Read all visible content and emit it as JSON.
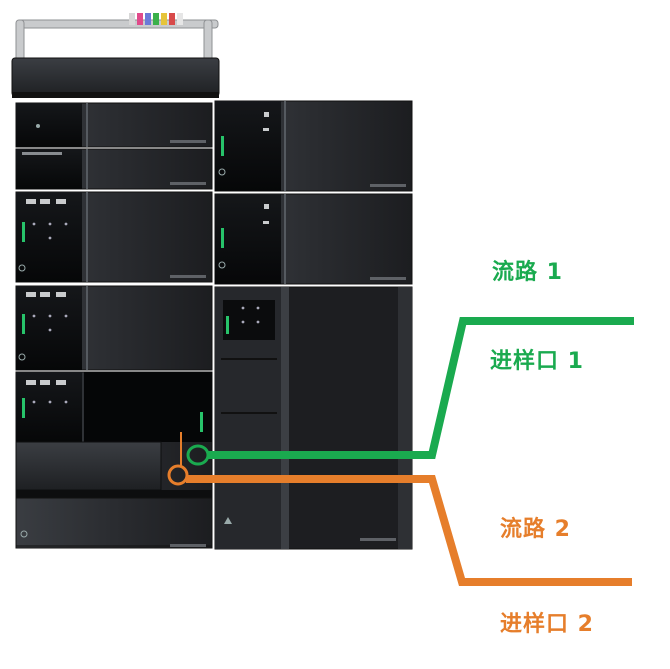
{
  "colors": {
    "flow1": "#1aaa4f",
    "flow2": "#e67e2b",
    "module_dark": "#2a2c30",
    "module_front": "#0a0b0c",
    "frame_silver": "#c9cbcd",
    "led_green": "#27c36a"
  },
  "labels": {
    "flow1_label": "流路 1",
    "inlet1_label": "进样口 1",
    "flow2_label": "流路 2",
    "inlet2_label": "进样口 2"
  },
  "icons": [
    "power-icon",
    "status-led-icon",
    "tubing-bundle-icon"
  ]
}
